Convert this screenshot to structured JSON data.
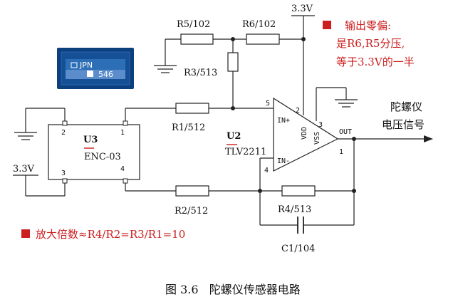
{
  "resistors": {
    "r5": "R5/102",
    "r6": "R6/102",
    "r3": "R3/513",
    "r1": "R1/512",
    "r2": "R2/512",
    "r4": "R4/513"
  },
  "capacitor": "C1/104",
  "supply": {
    "top": "3.3V",
    "left": "3.3V"
  },
  "u3": {
    "ref": "U3",
    "part": "ENC-03",
    "chip_text": "JPN",
    "chip_code": "546",
    "pins": [
      "2",
      "1",
      "3",
      "4"
    ]
  },
  "u2": {
    "ref": "U2",
    "part": "TLV2211",
    "in_plus": "IN+",
    "in_minus": "IN-",
    "vdd": "VDD",
    "vss": "VSS",
    "out": "OUT",
    "pins": {
      "p5": "5",
      "p2": "2",
      "p3": "3",
      "p4": "4",
      "p1": "1"
    }
  },
  "notes": {
    "offset_1": "输出零偏:",
    "offset_2": "是R6,R5分压,",
    "offset_3": "等于3.3V的一半",
    "gain": "放大倍数≈R4/R2=R3/R1=10",
    "output_1": "陀螺仪",
    "output_2": "电压信号"
  },
  "caption": "图 3.6   陀螺仪传感器电路",
  "colors": {
    "note_red": "#cc1f1f",
    "wire": "#222222"
  }
}
